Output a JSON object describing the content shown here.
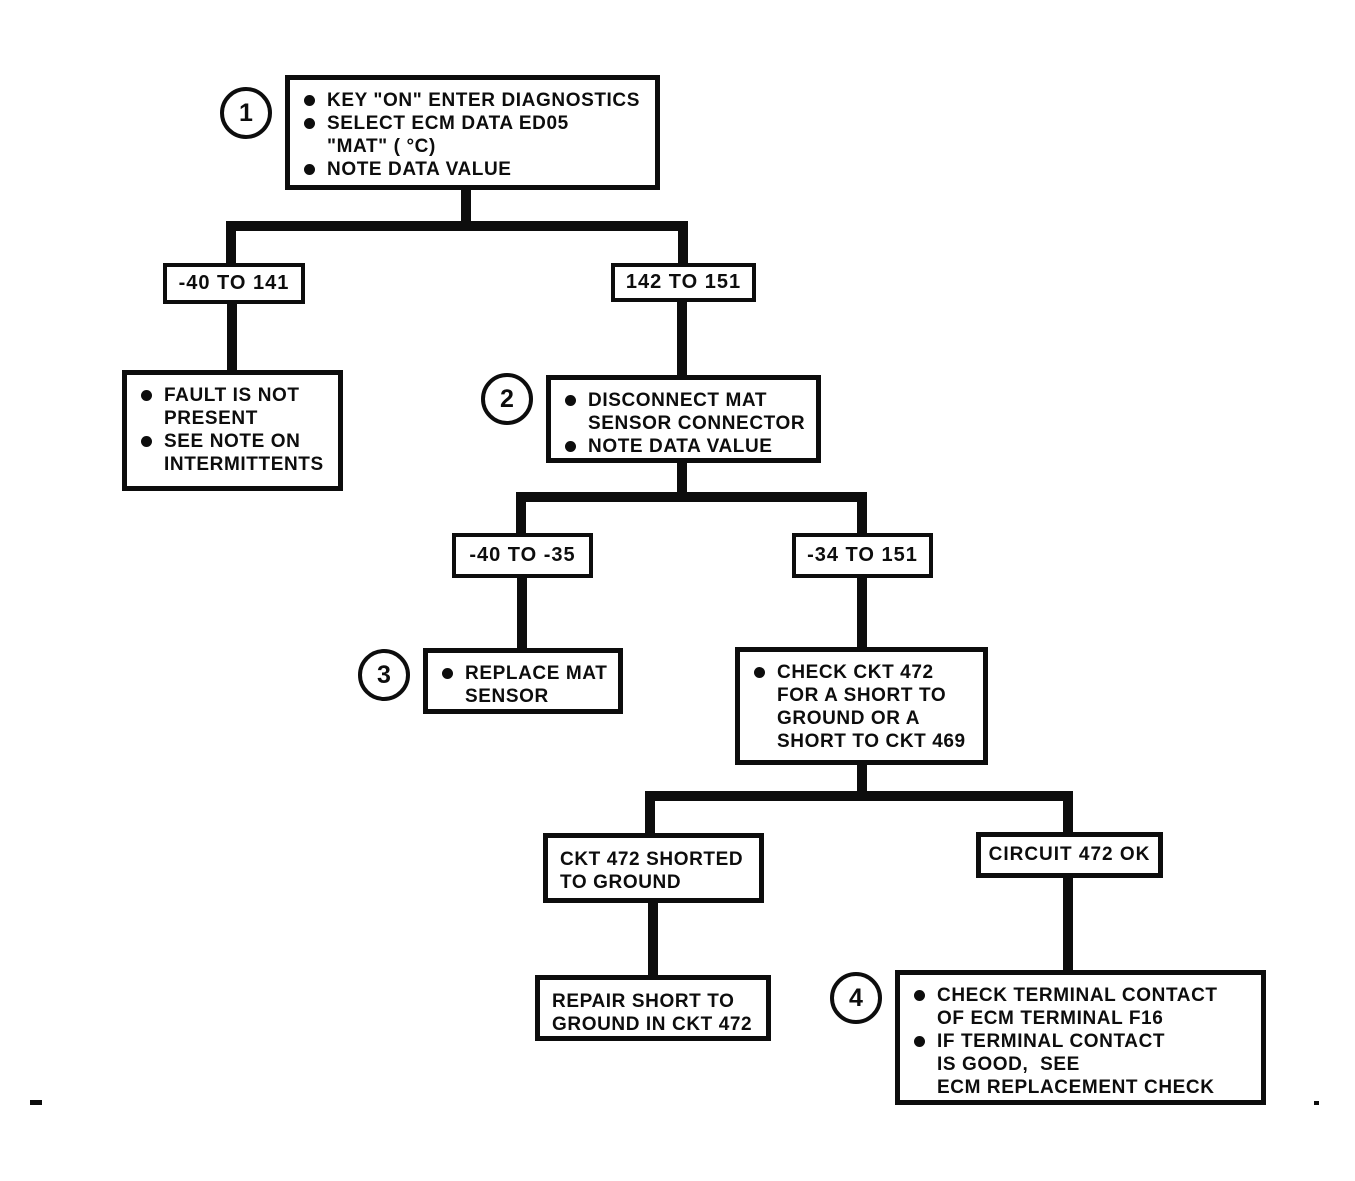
{
  "colors": {
    "ink": "#0d0d0d",
    "paper": "#ffffff"
  },
  "flowchart": {
    "markers": {
      "m1": "1",
      "m2": "2",
      "m3": "3",
      "m4": "4"
    },
    "step1": {
      "line1": "KEY \"ON\" ENTER DIAGNOSTICS",
      "line2": "SELECT ECM DATA ED05",
      "line3": "\"MAT\" ( °C)",
      "line4": "NOTE DATA VALUE"
    },
    "range_neg40_141": "-40 TO 141",
    "range_142_151": "142 TO 151",
    "fault": {
      "line1": "FAULT IS NOT",
      "line2": "PRESENT",
      "line3": "SEE NOTE ON",
      "line4": "INTERMITTENTS"
    },
    "step2": {
      "line1": "DISCONNECT MAT",
      "line2": "SENSOR CONNECTOR",
      "line3": "NOTE DATA VALUE"
    },
    "range_neg40_neg35": "-40 TO -35",
    "range_neg34_151": "-34 TO 151",
    "step3": {
      "line1": "REPLACE MAT",
      "line2": "SENSOR"
    },
    "check472": {
      "line1": "CHECK CKT 472",
      "line2": "FOR A SHORT TO",
      "line3": "GROUND OR A",
      "line4": "SHORT TO CKT 469"
    },
    "shorted": {
      "line1": "CKT 472 SHORTED",
      "line2": "TO GROUND"
    },
    "circuit_ok": "CIRCUIT 472 OK",
    "repair": {
      "line1": "REPAIR SHORT TO",
      "line2": "GROUND IN CKT 472"
    },
    "step4": {
      "line1": "CHECK TERMINAL CONTACT",
      "line2": "OF ECM TERMINAL F16",
      "line3": "IF TERMINAL CONTACT",
      "line4": "IS GOOD,  SEE",
      "line5": "ECM REPLACEMENT CHECK"
    }
  }
}
